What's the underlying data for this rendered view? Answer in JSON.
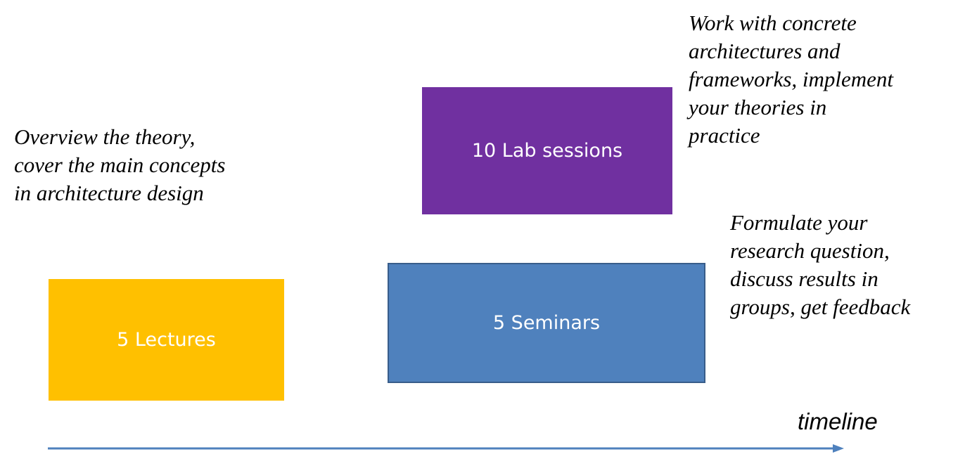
{
  "blocks": {
    "lectures": {
      "label": "5 Lectures",
      "description": "Overview the theory,\ncover the main concepts\nin architecture design",
      "color": "#FFC000"
    },
    "lab": {
      "label": "10 Lab sessions",
      "description": "Work with concrete\narchitectures and\nframeworks, implement\nyour theories in\npractice",
      "color": "#7030A0"
    },
    "seminars": {
      "label": "5 Seminars",
      "description": "Formulate your\nresearch question,\ndiscuss results in\ngroups, get feedback",
      "color": "#4F81BD",
      "border_color": "#385D8A"
    }
  },
  "timeline": {
    "label": "timeline",
    "color": "#4F81BD"
  }
}
